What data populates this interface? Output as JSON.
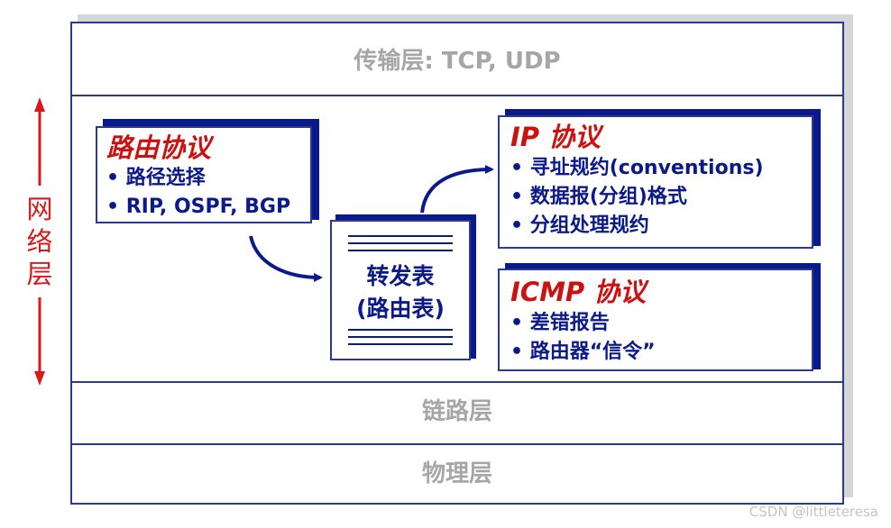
{
  "layers": {
    "transport": "传输层: TCP, UDP",
    "link": "链路层",
    "physical": "物理层"
  },
  "side_label": "网络层",
  "routing": {
    "title": "路由协议",
    "bullets": [
      "• 路径选择",
      "• RIP, OSPF, BGP"
    ]
  },
  "forwarding": {
    "line1": "转发表",
    "line2": "(路由表)"
  },
  "ip": {
    "title": "IP 协议",
    "bullets": [
      "• 寻址规约(conventions)",
      "• 数据报(分组)格式",
      "• 分组处理规约"
    ]
  },
  "icmp": {
    "title": "ICMP 协议",
    "bullets": [
      "• 差错报告",
      "• 路由器“信令”"
    ]
  },
  "watermark": "CSDN @littleteresa",
  "colors": {
    "frame": "#2b3a8f",
    "box_shadow": "#0b1a8a",
    "title_red": "#cc1111",
    "text_blue": "#0b1a8a",
    "layer_gray": "#a6a6a6",
    "arrow_red": "#d91919"
  }
}
